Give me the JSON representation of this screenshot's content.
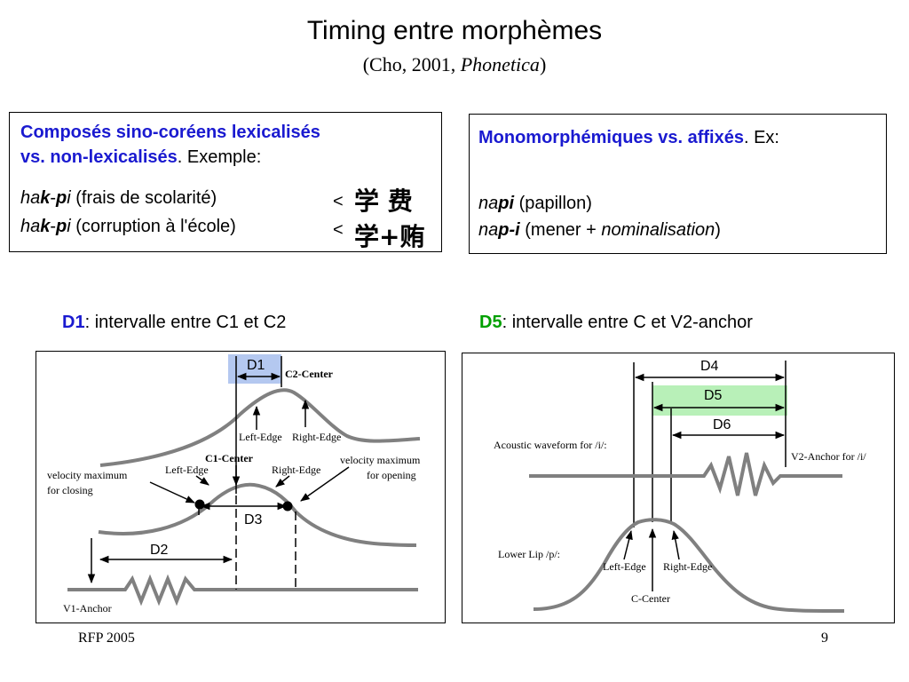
{
  "header": {
    "title": "Timing entre morphèmes",
    "subtitle_prefix": "(Cho, 2001, ",
    "subtitle_journal": "Phonetica",
    "subtitle_suffix": ")"
  },
  "box_left": {
    "heading_line1": "Composés sino-coréens lexicalisés",
    "heading_line2": "vs. non-lexicalisés",
    "heading_tail": ". Exemple:",
    "ex1": {
      "a": "ha",
      "b": "k",
      "c": "-",
      "d": "p",
      "e": "i",
      "gloss": " (frais de scolarité)",
      "lt": "<",
      "hanzi": "学 费"
    },
    "ex2": {
      "a": "ha",
      "b": "k",
      "c": "-",
      "d": "p",
      "e": "i",
      "gloss": " (corruption à l'école)",
      "lt": "<",
      "hanzi": "学+贿"
    }
  },
  "box_right": {
    "heading": "Monomorphémiques vs. affixés",
    "heading_tail": ". Ex:",
    "ex1": {
      "a": "na",
      "b": "pi",
      "gloss": " (papillon)"
    },
    "ex2": {
      "a": "na",
      "b": "p-i",
      "gloss_pre": " (mener + ",
      "gloss_it": "nominalisation",
      "gloss_post": ")"
    }
  },
  "caption_left": {
    "key": "D1",
    "text": ": intervalle entre C1 et C2"
  },
  "caption_right": {
    "key": "D5",
    "text": ": intervalle entre C et V2-anchor"
  },
  "figure_left": {
    "labels": {
      "d1": "D1",
      "c2_center": "C2-Center",
      "left_edge_top": "Left-Edge",
      "right_edge_top": "Right-Edge",
      "c1_center": "C1-Center",
      "left_edge": "Left-Edge",
      "right_edge": "Right-Edge",
      "vel_closing_1": "velocity maximum",
      "vel_closing_2": "for closing",
      "vel_opening_1": "velocity maximum",
      "vel_opening_2": "for opening",
      "d3": "D3",
      "d2": "D2",
      "v1_anchor": "V1-Anchor"
    },
    "colors": {
      "highlight": "#b4c8f0",
      "curve": "#808080"
    }
  },
  "figure_right": {
    "labels": {
      "d4": "D4",
      "d5": "D5",
      "d6": "D6",
      "acoustic": "Acoustic waveform for /i/:",
      "v2_anchor": "V2-Anchor for /i/",
      "lower_lip": "Lower Lip /p/:",
      "left_edge": "Left-Edge",
      "right_edge": "Right-Edge",
      "c_center": "C-Center"
    },
    "colors": {
      "highlight": "#b8f0b8",
      "curve": "#808080"
    }
  },
  "footer": {
    "left": "RFP 2005",
    "page": "9"
  }
}
